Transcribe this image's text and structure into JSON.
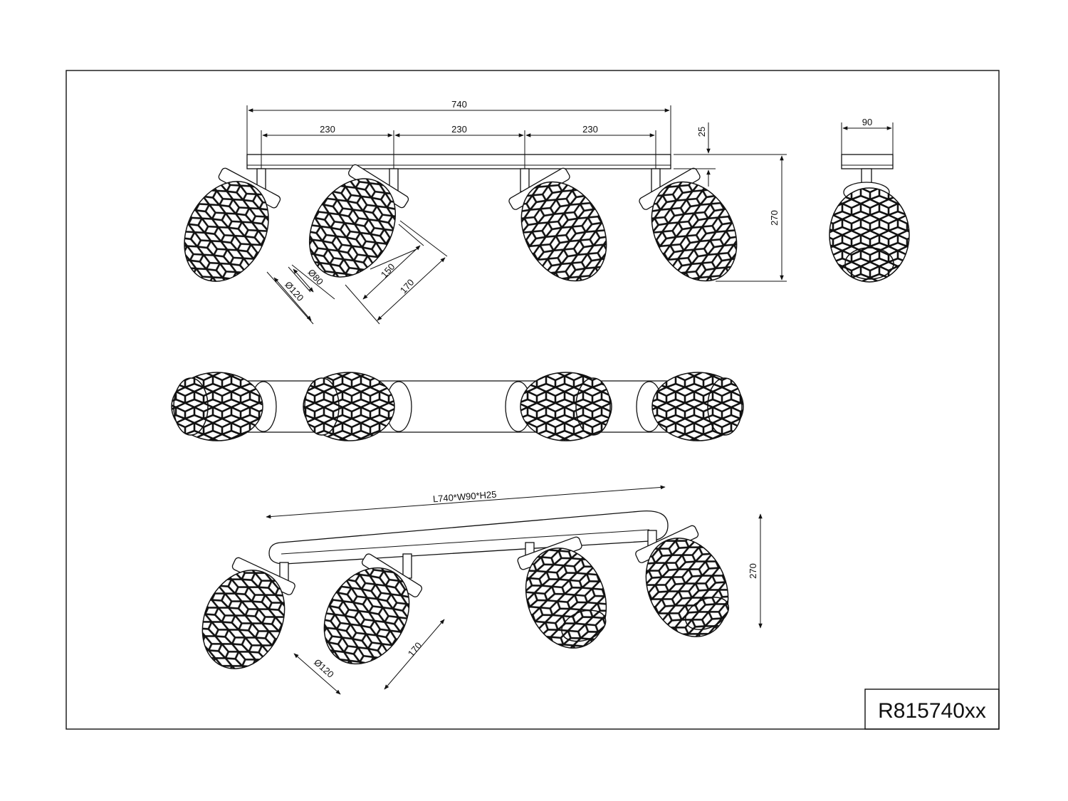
{
  "dimensions": {
    "front_total_length": "740",
    "front_spacing_1": "230",
    "front_spacing_2": "230",
    "front_spacing_3": "230",
    "front_bar_height": "25",
    "front_total_height": "270",
    "side_width": "90",
    "shade_small_diameter": "Ø80",
    "shade_large_diameter": "Ø120",
    "shade_length": "150",
    "shade_total_length": "170",
    "perspective_size": "L740*W90*H25",
    "perspective_height": "270",
    "perspective_shade_diameter": "Ø120",
    "perspective_shade_length": "170"
  },
  "model_code": "R815740xx"
}
